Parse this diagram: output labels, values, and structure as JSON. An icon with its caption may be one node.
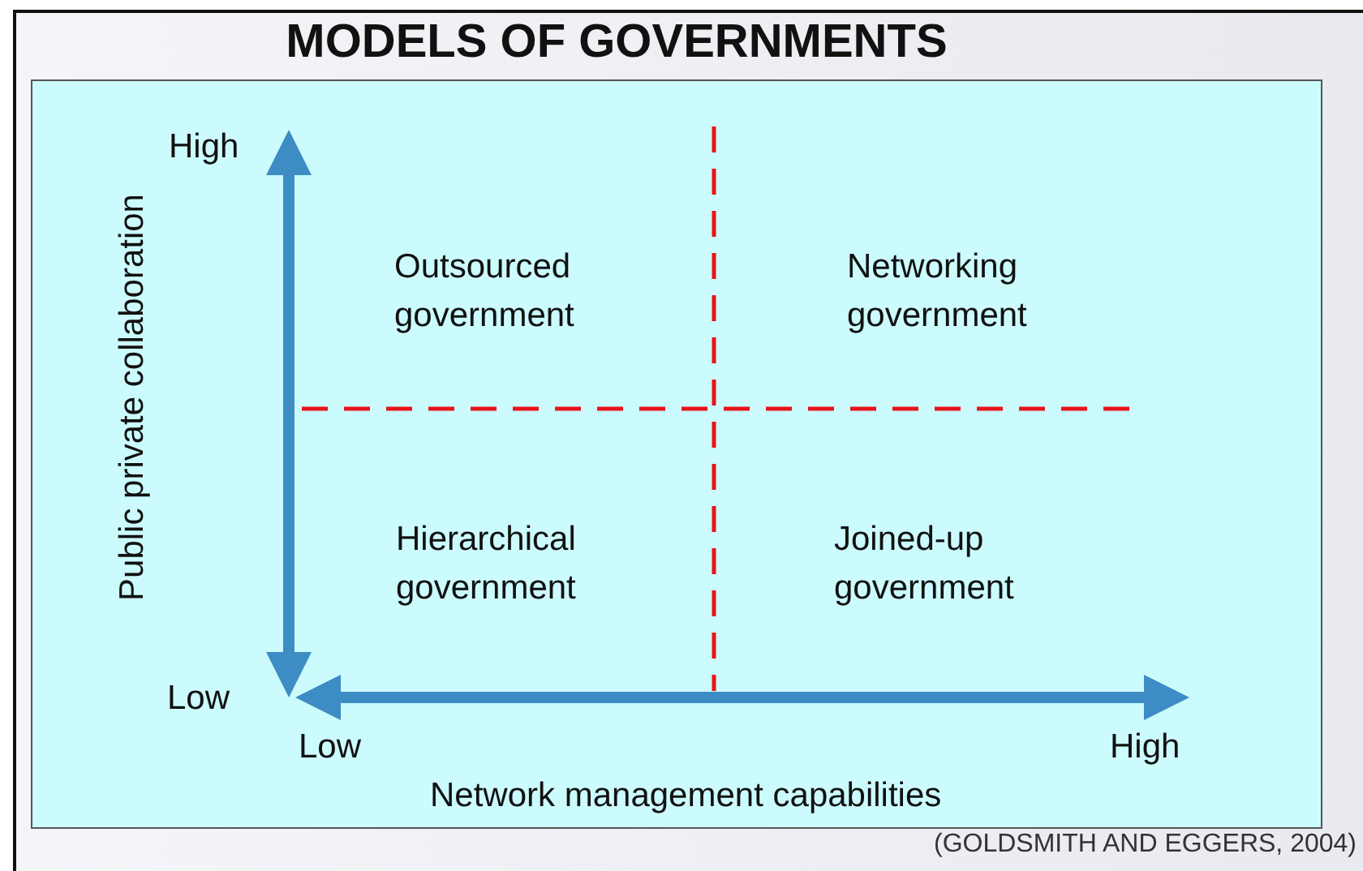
{
  "diagram": {
    "title": "MODELS OF GOVERNMENTS",
    "caption": "(GOLDSMITH AND EGGERS, 2004)",
    "labels": [
      "High",
      "Public private collaboration",
      "Outsourced government",
      "Networking government",
      "Hierarchical government",
      "Joined-up government",
      "Low",
      "Low",
      "High",
      "Network management capabilities"
    ]
  }
}
